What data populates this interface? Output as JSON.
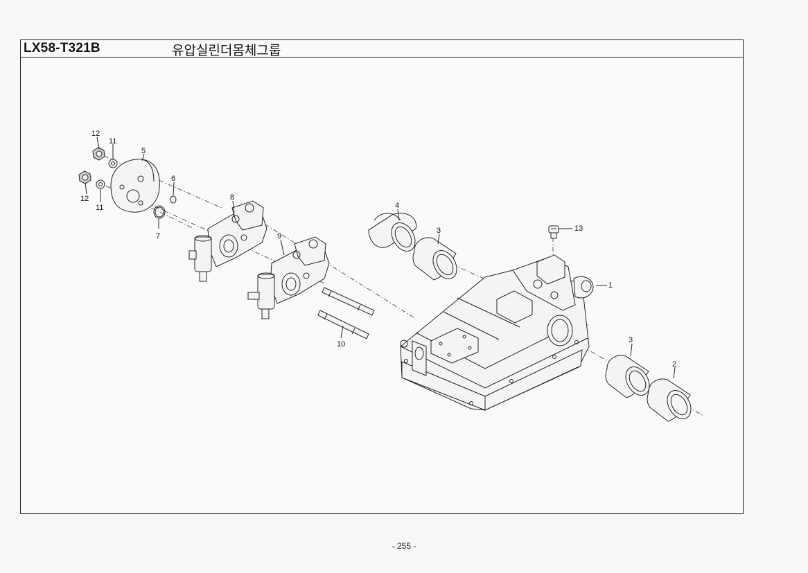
{
  "header": {
    "code": "LX58-T321B",
    "title": "유압실린더몸체그룹"
  },
  "callouts": {
    "c1": "1",
    "c2": "2",
    "c3a": "3",
    "c3b": "3",
    "c4": "4",
    "c5": "5",
    "c6": "6",
    "c7": "7",
    "c8": "8",
    "c9": "9",
    "c10": "10",
    "c11a": "11",
    "c11b": "11",
    "c12a": "12",
    "c12b": "12",
    "c13": "13"
  },
  "footer": {
    "page_number": "- 255 -"
  }
}
